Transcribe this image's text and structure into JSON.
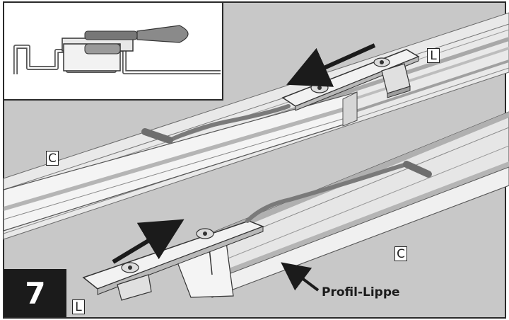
{
  "figure": {
    "step_number": "7",
    "callout_label": "Profil-Lippe",
    "part_tags": {
      "upper_rail": "C",
      "upper_plate": "L",
      "lower_rail": "C",
      "lower_plate": "L"
    }
  },
  "colors": {
    "background": "#c8c8c8",
    "frame": "#2a2a2a",
    "metal_light": "#f2f2f2",
    "metal_shade": "#b9b9b9",
    "cable": "#7a7a7a",
    "arrow": "#1b1b1b"
  },
  "icons": [
    "screw-icon",
    "arrow-icon"
  ]
}
